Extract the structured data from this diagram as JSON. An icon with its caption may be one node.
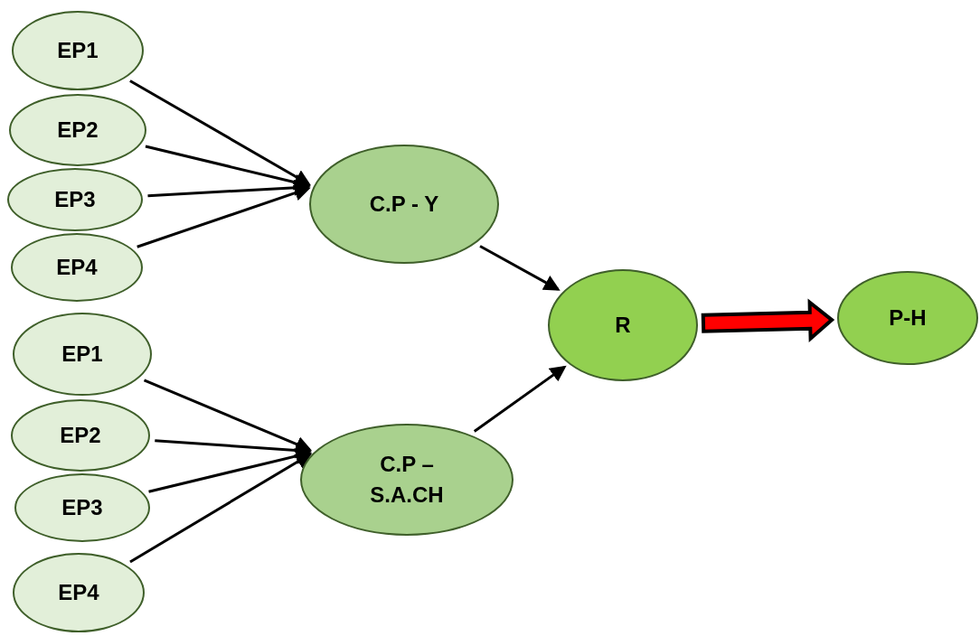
{
  "diagram": {
    "nodes": [
      {
        "text": [
          "EP1"
        ]
      },
      {
        "text": [
          "EP2"
        ]
      },
      {
        "text": [
          "EP3"
        ]
      },
      {
        "text": [
          "EP4"
        ]
      },
      {
        "text": [
          "C.P - Y"
        ]
      },
      {
        "text": [
          "EP1"
        ]
      },
      {
        "text": [
          "EP2"
        ]
      },
      {
        "text": [
          "EP3"
        ]
      },
      {
        "text": [
          "EP4"
        ]
      },
      {
        "text": [
          "C.P – S.A.CH"
        ]
      },
      {
        "text": [
          "R"
        ]
      },
      {
        "text": [
          "P-H"
        ]
      }
    ],
    "edges": [
      {
        "from": 0,
        "to": 4,
        "arrow": "to"
      },
      {
        "from": 1,
        "to": 4,
        "arrow": "to"
      },
      {
        "from": 2,
        "to": 4,
        "arrow": "to"
      },
      {
        "from": 3,
        "to": 4,
        "arrow": "to"
      },
      {
        "from": 5,
        "to": 9,
        "arrow": "to"
      },
      {
        "from": 6,
        "to": 9,
        "arrow": "to"
      },
      {
        "from": 7,
        "to": 9,
        "arrow": "to"
      },
      {
        "from": 8,
        "to": 9,
        "arrow": "to"
      },
      {
        "from": 4,
        "to": 10,
        "arrow": "to"
      },
      {
        "from": 9,
        "to": 10,
        "arrow": "to"
      },
      {
        "from": 10,
        "to": 11,
        "arrow": "to",
        "style": "thick",
        "color": "#ff0000"
      }
    ]
  }
}
